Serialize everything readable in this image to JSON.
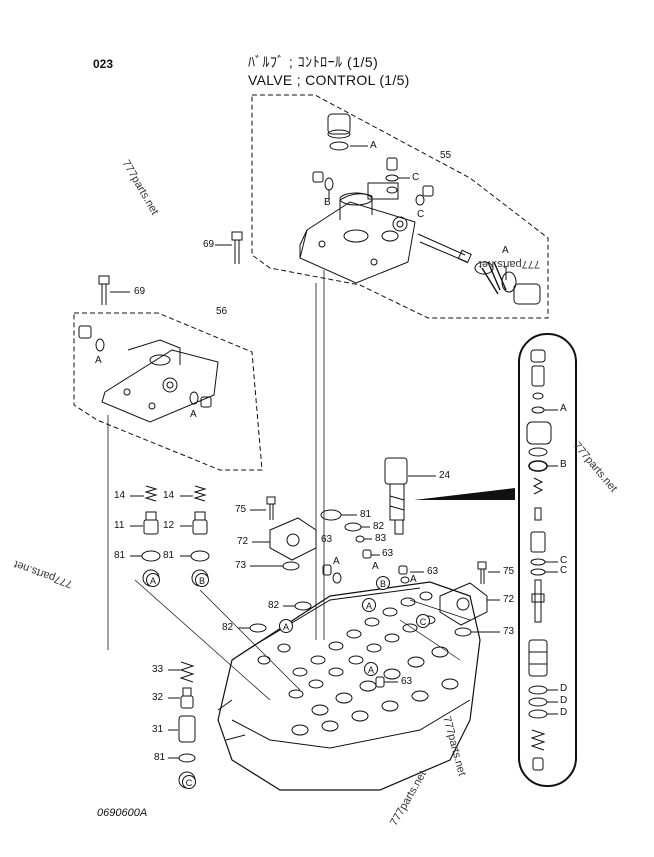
{
  "header": {
    "page_number": "023",
    "title_jp": "ﾊﾞﾙﾌﾞ ; ｺﾝﾄﾛｰﾙ (1/5)",
    "title_en": "VALVE ; CONTROL (1/5)"
  },
  "figure_code": "0690600A",
  "watermark": "777parts.net",
  "callouts": {
    "p55": "55",
    "p56": "56",
    "p69a": "69",
    "p69b": "69",
    "p24": "24",
    "p14a": "14",
    "p14b": "14",
    "p11": "11",
    "p12": "12",
    "p81a": "81",
    "p81b": "81",
    "p81c": "81",
    "p81d": "81",
    "p75a": "75",
    "p75b": "75",
    "p72a": "72",
    "p72b": "72",
    "p73a": "73",
    "p73b": "73",
    "p82a": "82",
    "p82b": "82",
    "p82c": "82",
    "p83": "83",
    "p63a": "63",
    "p63b": "63",
    "p63c": "63",
    "p63d": "63",
    "p33": "33",
    "p32": "32",
    "p31": "31"
  },
  "seal_letters": {
    "A": "A",
    "B": "B",
    "C": "C",
    "D": "D"
  }
}
